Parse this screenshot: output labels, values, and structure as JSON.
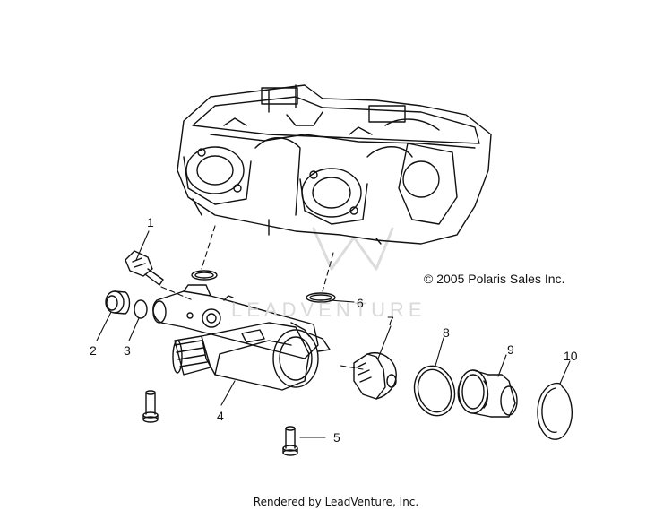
{
  "diagram": {
    "copyright": "© 2005 Polaris Sales Inc.",
    "footer": "Rendered by LeadVenture, Inc.",
    "watermark": "LEADVENTURE",
    "callouts": [
      "1",
      "2",
      "3",
      "4",
      "5",
      "6",
      "7",
      "8",
      "9",
      "10"
    ]
  }
}
